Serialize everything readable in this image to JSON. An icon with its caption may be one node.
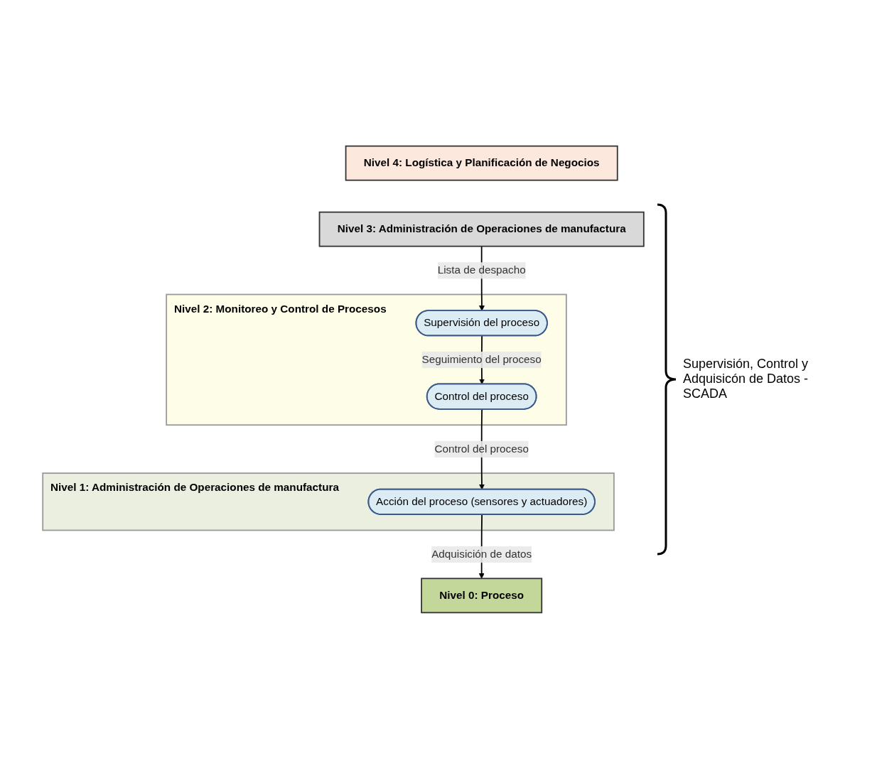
{
  "diagram": {
    "nodes": [
      {
        "text": [
          "Nivel 4: Logística y Planificación de Negocios"
        ]
      },
      {
        "text": [
          "Nivel 3: Administración de Operaciones de manufactura"
        ]
      },
      {
        "text": [
          "Nivel 2: Monitoreo y Control de Procesos"
        ]
      },
      {
        "text": [
          "Supervisión del proceso"
        ],
        "in": 2
      },
      {
        "text": [
          "Control del proceso"
        ],
        "in": 2
      },
      {
        "text": [
          "Nivel 1: Administración de Operaciones de manufactura"
        ]
      },
      {
        "text": [
          "Acción del proceso (sensores y actuadores)"
        ],
        "in": 5
      },
      {
        "text": [
          "Nivel 0: Proceso"
        ]
      }
    ],
    "edges": [
      {
        "from": 1,
        "to": 3,
        "arrow": "to",
        "label": "Lista de despacho"
      },
      {
        "from": 3,
        "to": 4,
        "arrow": "to",
        "label": "Seguimiento del proceso"
      },
      {
        "from": 4,
        "to": 6,
        "arrow": "to",
        "label": "Control del proceso"
      },
      {
        "from": 6,
        "to": 7,
        "arrow": "to",
        "label": "Adquisición de datos"
      }
    ],
    "labels": [
      "Supervisión, Control y Adquisicón de Datos - SCADA"
    ]
  }
}
